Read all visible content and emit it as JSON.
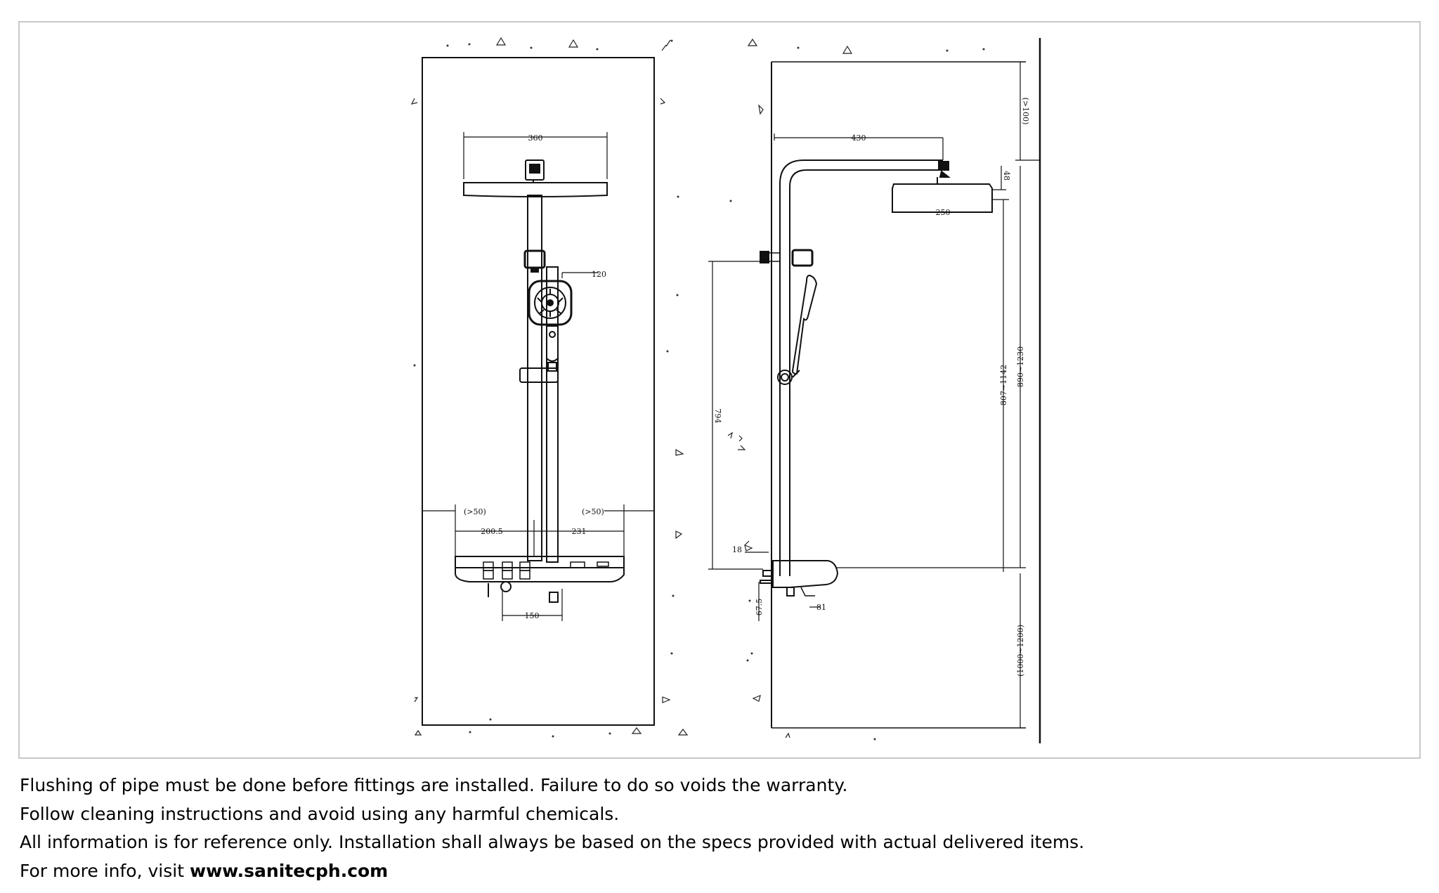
{
  "drawing": {
    "front_view": {
      "dimensions": {
        "head_width": "360",
        "handshower_offset": "120",
        "left_clearance": "(>50)",
        "right_clearance": "(>50)",
        "left_width": "200.5",
        "right_width": "231",
        "outlet_spacing": "150"
      }
    },
    "side_view": {
      "dimensions": {
        "arm_length": "430",
        "head_depth": "250",
        "ceiling_clearance": "(>100)",
        "head_height": "48",
        "adjust_range": "807~1142",
        "column_height": "890~1230",
        "bracket_height": "794",
        "mixer_offset": "18",
        "mixer_height": "67.5",
        "outlet_depth": "81",
        "install_height": "(1000~1200)"
      }
    }
  },
  "notes": [
    {
      "text": "Flushing of pipe must be done before fittings are installed. Failure to do so voids the warranty."
    },
    {
      "text": "Follow cleaning instructions and avoid using any harmful chemicals."
    },
    {
      "text": "All information is for reference only. Installation shall always be based on the specs provided with actual delivered items."
    },
    {
      "text": "For more info, visit ",
      "bold": "www.sanitecph.com"
    }
  ]
}
